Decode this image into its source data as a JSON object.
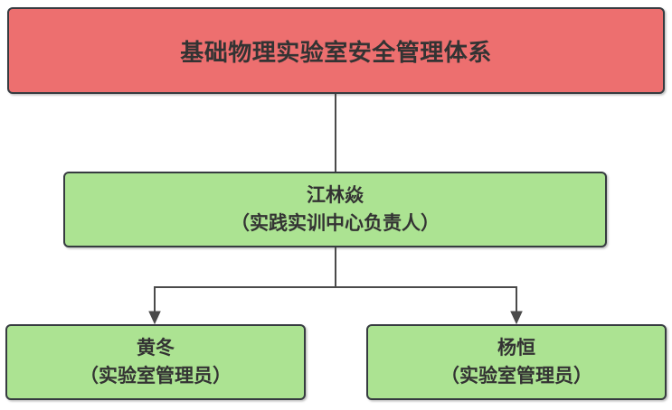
{
  "diagram": {
    "title": "基础物理实验室安全管理体系",
    "manager": {
      "name": "江林焱",
      "role": "（实践实训中心负责人）"
    },
    "staff": [
      {
        "name": "黄冬",
        "role": "（实验室管理员）"
      },
      {
        "name": "杨恒",
        "role": "（实验室管理员）"
      }
    ],
    "colors": {
      "title_fill": "#ED6F6F",
      "node_fill": "#ACE392",
      "border": "#363B40",
      "line": "#4A4A4A",
      "text": "#333333",
      "background": "#FFFFFF"
    }
  }
}
